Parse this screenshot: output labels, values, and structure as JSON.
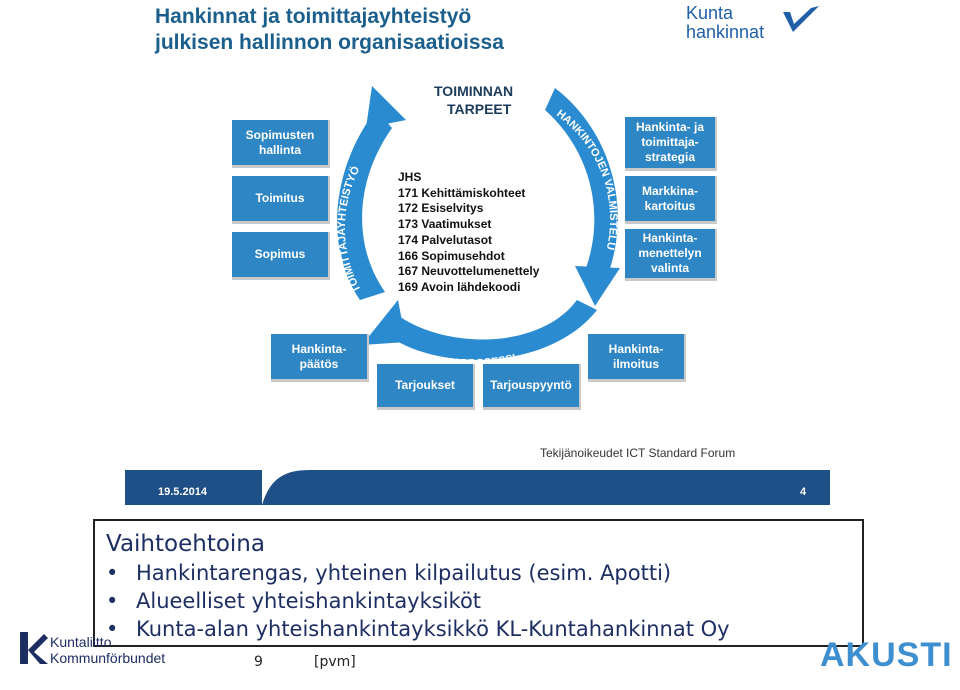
{
  "slide": {
    "title_line1": "Hankinnat ja toimittajayhteistyö",
    "title_line2": "julkisen hallinnon organisaatioissa",
    "logo_line1": "Kunta",
    "logo_line2": "hankinnat",
    "center_title": "TOIMINNAN TARPEET",
    "arc_left_label": "TOIMITTAJAYHTEISTYÖ",
    "arc_right_label": "HANKINTOJEN VALMISTELU",
    "arc_bottom_label": "HANKINTAPROSESSI",
    "jhs_heading": "JHS",
    "jhs_items": [
      "171 Kehittämiskohteet",
      "172 Esiselvitys",
      "173 Vaatimukset",
      "174 Palvelutasot",
      "166 Sopimusehdot",
      "167 Neuvottelumenettely",
      "169 Avoin lähdekoodi"
    ],
    "left_boxes": [
      "Sopimusten\nhallinta",
      "Toimitus",
      "Sopimus"
    ],
    "right_boxes": [
      "Hankinta- ja\ntoimittaja-\nstrategia",
      "Markkina-\nkartoitus",
      "Hankinta-\nmenettelyn\nvalinta"
    ],
    "bottom_boxes": [
      "Hankinta-\npäätös",
      "Tarjoukset",
      "Tarjouspyyntö",
      "Hankinta-\nilmoitus"
    ],
    "copyright": "Tekijänoikeudet ICT Standard Forum",
    "bar_date": "19.5.2014",
    "bar_page": "4",
    "colors": {
      "box": "#2f86c4",
      "title": "#1b5f8c",
      "arrow": "#2a8bd0",
      "bar": "#1e4f86"
    }
  },
  "overlay": {
    "heading": "Vaihtoehtoina",
    "items": [
      "Hankintarengas, yhteinen kilpailutus (esim. Apotti)",
      "Alueelliset yhteishankintayksiköt",
      "Kunta-alan yhteishankintayksikkö KL-Kuntahankinnat Oy"
    ]
  },
  "footer": {
    "kl_line1": "Kuntaliitto",
    "kl_line2": "Kommunförbundet",
    "page_number": "9",
    "date_placeholder": "[pvm]",
    "akusti_logo": "AKUSTI"
  }
}
